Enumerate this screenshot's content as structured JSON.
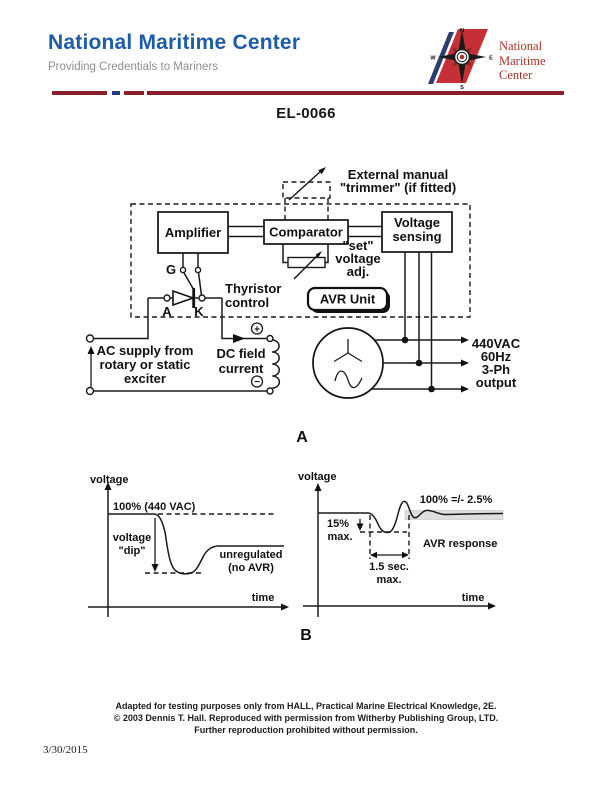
{
  "header": {
    "title": "National Maritime Center",
    "tagline": "Providing Credentials to Mariners",
    "title_color": "#1e5ca8",
    "divider_red": "#8a1e2a",
    "divider_blue": "#2a3a7e",
    "logo": {
      "text_line1": "National",
      "text_line2": "Maritime",
      "text_line3": "Center",
      "text_color": "#a93226",
      "flag_red": "#c52f35",
      "stripe_blue": "#2c3e6b",
      "cardinal_n": "N",
      "cardinal_w": "W",
      "cardinal_e": "E",
      "cardinal_s": "S"
    }
  },
  "document": {
    "code": "EL-0066",
    "date": "3/30/2015",
    "footer_line1": "Adapted for testing purposes only from HALL, Practical Marine Electrical Knowledge, 2E.",
    "footer_line2": "© 2003 Dennis T. Hall. Reproduced with permission from Witherby Publishing Group, LTD.",
    "footer_line3": "Further reproduction prohibited without permission."
  },
  "figure_a": {
    "label": "A",
    "amplifier": "Amplifier",
    "comparator": "Comparator",
    "voltage_sensing_line1": "Voltage",
    "voltage_sensing_line2": "sensing",
    "avr_unit": "AVR Unit",
    "trimmer_line1": "External manual",
    "trimmer_line2": "\"trimmer\" (if fitted)",
    "set_line1": "\"set\"",
    "set_line2": "voltage",
    "set_line3": "adj.",
    "thyristor_line1": "Thyristor",
    "thyristor_line2": "control",
    "gate_label": "G",
    "anode_label": "A",
    "cathode_label": "K",
    "supply_line1": "AC supply from",
    "supply_line2": "rotary or static",
    "supply_line3": "exciter",
    "field_line1": "DC field",
    "field_line2": "current",
    "plus": "+",
    "minus": "−",
    "output_line1": "440VAC",
    "output_line2": "60Hz",
    "output_line3": "3-Ph",
    "output_line4": "output"
  },
  "figure_b": {
    "label": "B",
    "left": {
      "y_axis_label": "voltage",
      "x_axis_label": "time",
      "level_label": "100% (440 VAC)",
      "dip_line1": "voltage",
      "dip_line2": "\"dip\"",
      "curve_line1": "unregulated",
      "curve_line2": "(no AVR)"
    },
    "right": {
      "y_axis_label": "voltage",
      "x_axis_label": "time",
      "band_label": "100% =/- 2.5%",
      "dip_line1": "15%",
      "dip_line2": "max.",
      "recovery_line1": "1.5 sec.",
      "recovery_line2": "max.",
      "curve_label": "AVR response"
    }
  }
}
